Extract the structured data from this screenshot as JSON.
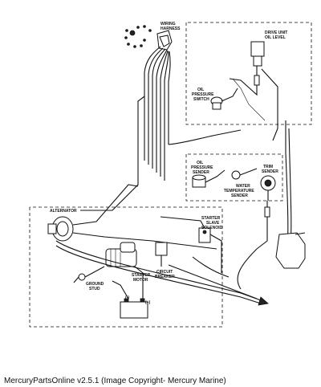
{
  "labels": {
    "wiring_harness": [
      "WIRING",
      "HARNESS"
    ],
    "drive_unit_oil_level": [
      "DRIVE UNIT",
      "OIL LEVEL"
    ],
    "oil_pressure_switch": [
      "OIL",
      "PRESSURE",
      "SWITCH"
    ],
    "oil_pressure_sender": [
      "OIL",
      "PRESSURE",
      "SENDER"
    ],
    "water_temperature_sender": [
      "WATER",
      "TEMPERATURE",
      "SENDER"
    ],
    "trim_sender": [
      "TRIM",
      "SENDER"
    ],
    "alternator": "ALTERNATOR",
    "starter_slave_solenoid": [
      "STARTER",
      "SLAVE",
      "SOLENOID"
    ],
    "starter_motor": [
      "STARTER",
      "MOTOR"
    ],
    "circuit_breaker": [
      "CIRCUIT",
      "BREAKER"
    ],
    "ground_stud": [
      "GROUND",
      "STUD"
    ],
    "battery_neg": "(-)",
    "battery_pos": "(+)"
  },
  "caption": "MercuryPartsOnline v2.5.1 (Image Copyright- Mercury Marine)"
}
